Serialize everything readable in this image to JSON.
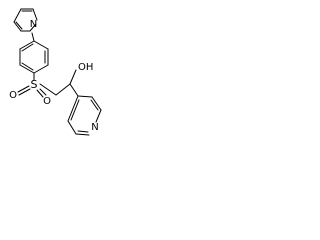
{
  "molecule": {
    "atoms": {
      "pyrrole_nitrogen": "N",
      "sulfur": "S",
      "sulfonyl_oxygen_left": "O",
      "sulfonyl_oxygen_right": "O",
      "hydroxyl": "OH",
      "pyridine_nitrogen": "N"
    },
    "colors": {
      "bond": "#000000",
      "label": "#000000",
      "background": "#ffffff"
    }
  }
}
